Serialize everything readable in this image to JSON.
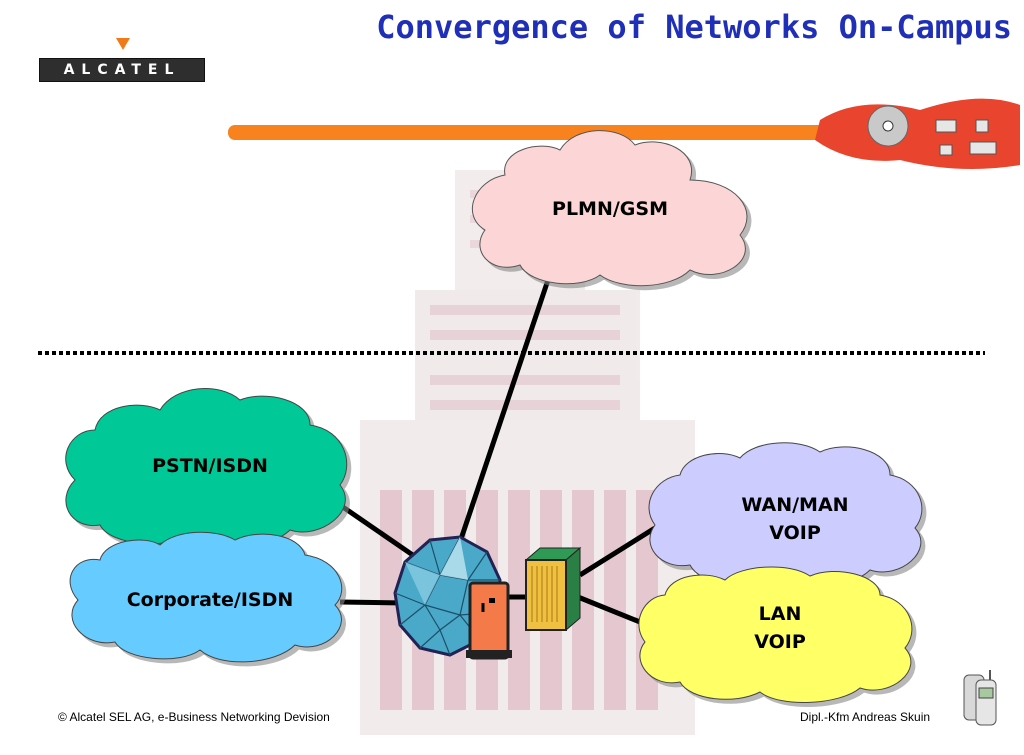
{
  "title": "Convergence of Networks On-Campus",
  "logo": {
    "text": "ALCATEL"
  },
  "clouds": {
    "plmn": "PLMN/GSM",
    "pstn": "PSTN/ISDN",
    "corporate": "Corporate/ISDN",
    "wan_line1": "WAN/MAN",
    "wan_line2": "VOIP",
    "lan_line1": "LAN",
    "lan_line2": "VOIP"
  },
  "footer": {
    "left": "© Alcatel SEL AG, e-Business Networking Devision",
    "right": "Dipl.-Kfm Andreas Skuin"
  },
  "colors": {
    "title": "#1f2fb8",
    "plmn_cloud": "#fcd6d6",
    "pstn_cloud": "#00c896",
    "corporate_cloud": "#66ccff",
    "wan_cloud": "#ccccff",
    "lan_cloud": "#ffff66",
    "accent_bar": "#f7821e"
  },
  "icons": [
    "alcatel-logo",
    "cd-disc-icon",
    "hub-icon",
    "phone-device-icon",
    "server-icon",
    "mobile-phone-icon",
    "building-background"
  ]
}
